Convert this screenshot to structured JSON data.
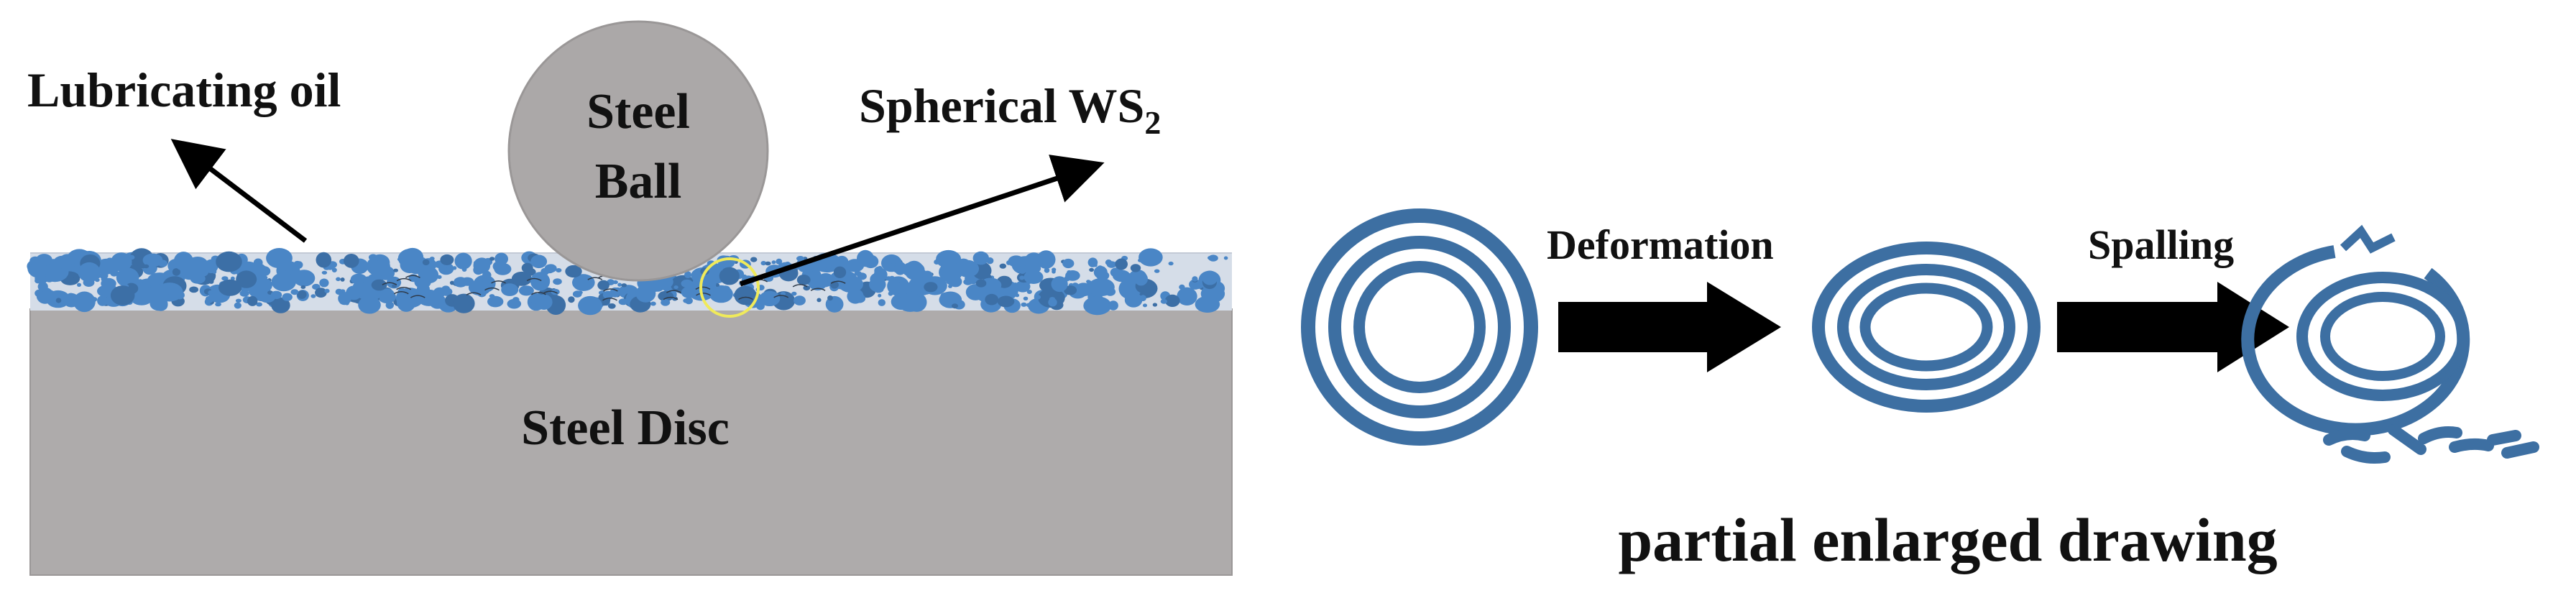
{
  "labels": {
    "lubricating_oil": "Lubricating oil",
    "steel_ball_line1": "Steel",
    "steel_ball_line2": "Ball",
    "spherical_ws2_main": "Spherical WS",
    "spherical_ws2_sub": "2",
    "steel_disc": "Steel Disc",
    "deformation": "Deformation",
    "spalling": "Spalling",
    "partial_enlarged": "partial enlarged drawing"
  },
  "icons": {
    "lubricating_oil_arrow": "arrow-up-left-icon",
    "ws2_arrow": "arrow-up-right-icon",
    "deformation_arrow": "block-arrow-right-icon",
    "spalling_arrow": "block-arrow-right-icon"
  },
  "colors": {
    "oil_layer": "#d5dde8",
    "particle": "#4a86c6",
    "particle_dark": "#3c6fa6",
    "disc": "#aeabab",
    "ball": "#aba8a8",
    "onion_ring": "#3d6fa2",
    "highlight_circle": "#f0ea5a",
    "arrow": "#000000"
  }
}
